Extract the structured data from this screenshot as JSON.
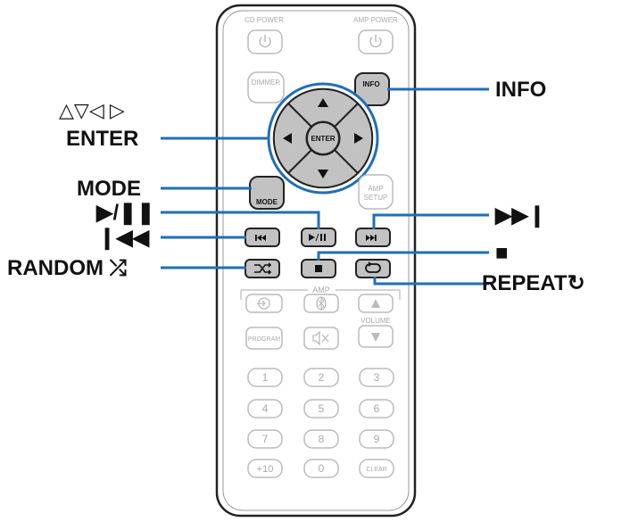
{
  "callouts": {
    "arrows": "△▽◁ ▷",
    "enter": "ENTER",
    "mode": "MODE",
    "play_pause": "▶/❚❚",
    "prev": "❙◀◀",
    "random": "RANDOM ⤮",
    "info": "INFO",
    "next": "▶▶❙",
    "stop": "■",
    "repeat": "REPEAT↻"
  },
  "remote": {
    "cd_power": "CD POWER",
    "amp_power": "AMP POWER",
    "dimmer": "DIMMER",
    "info": "INFO",
    "enter": "ENTER",
    "mode": "MODE",
    "amp_setup_1": "AMP",
    "amp_setup_2": "SETUP",
    "amp_group": "AMP",
    "volume": "VOLUME",
    "program": "PROGRAM",
    "clear": "CLEAR",
    "numbers": [
      "1",
      "2",
      "3",
      "4",
      "5",
      "6",
      "7",
      "8",
      "9",
      "+10",
      "0"
    ]
  },
  "colors": {
    "accent_blue": "#1f6fb8",
    "active_grey": "#c2c2c2",
    "faded_grey": "#bdbdbd",
    "ink": "#111111"
  }
}
